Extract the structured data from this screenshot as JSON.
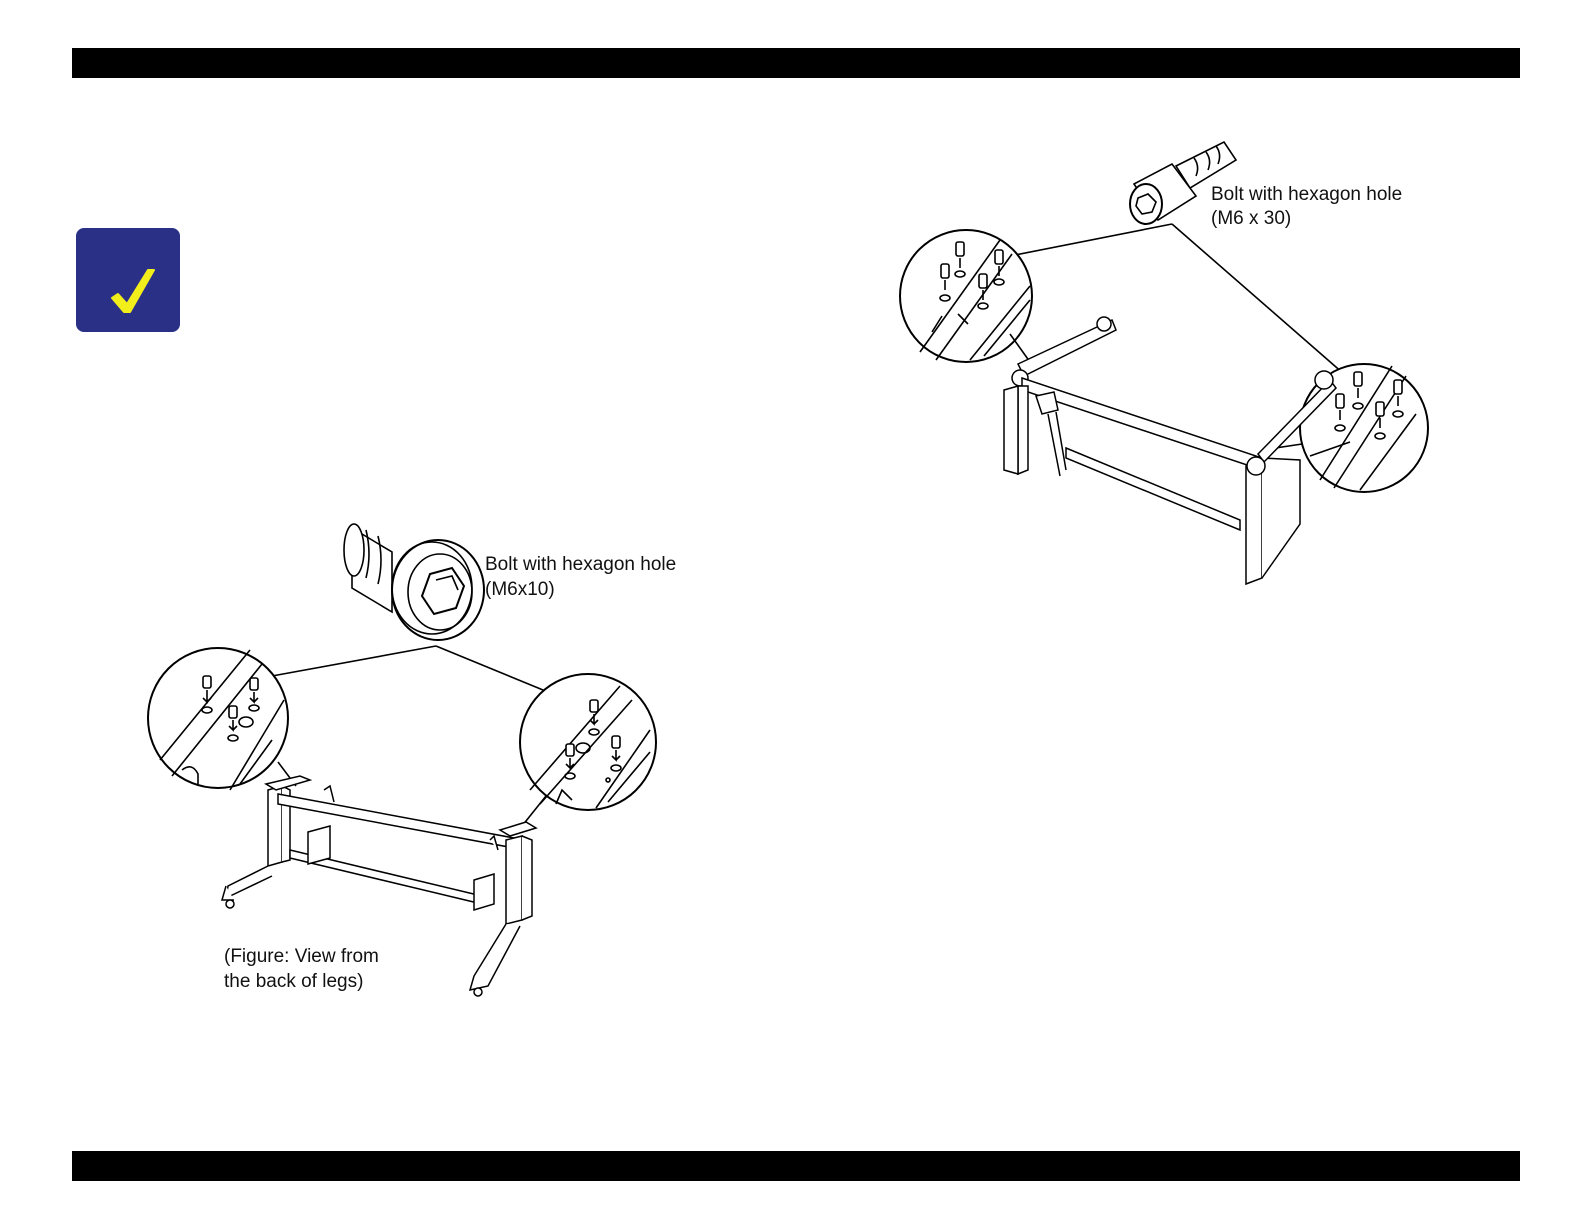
{
  "note": {
    "icon": "check-icon",
    "badge_color": "#2b3087",
    "check_color": "#f2ee1c"
  },
  "figure_left": {
    "bolt_label_line1": "Bolt with hexagon hole",
    "bolt_label_line2": "(M6x10)",
    "caption_line1": "(Figure: View from",
    "caption_line2": "the back of legs)"
  },
  "figure_right": {
    "bolt_label_line1": "Bolt with hexagon hole",
    "bolt_label_line2": "(M6 x 30)"
  }
}
